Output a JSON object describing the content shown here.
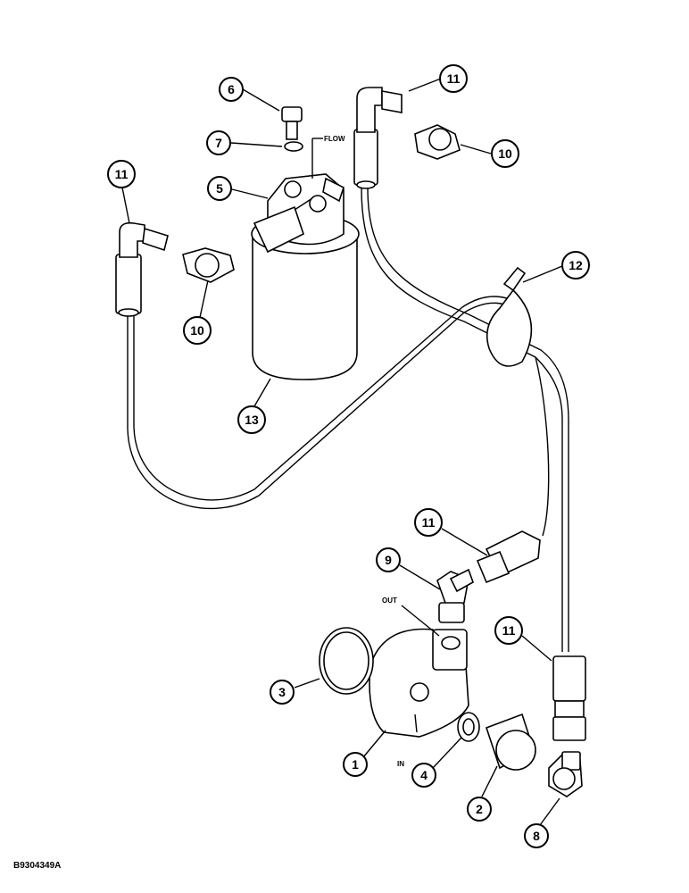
{
  "callouts": {
    "c1": "1",
    "c2": "2",
    "c3": "3",
    "c4": "4",
    "c5": "5",
    "c6": "6",
    "c7": "7",
    "c8": "8",
    "c9": "9",
    "c10a": "10",
    "c10b": "10",
    "c11a": "11",
    "c11b": "11",
    "c11c": "11",
    "c11d": "11",
    "c12": "12",
    "c13": "13"
  },
  "labels": {
    "flow": "FLOW",
    "out": "OUT",
    "in": "IN",
    "drawing_code": "B9304349A"
  }
}
